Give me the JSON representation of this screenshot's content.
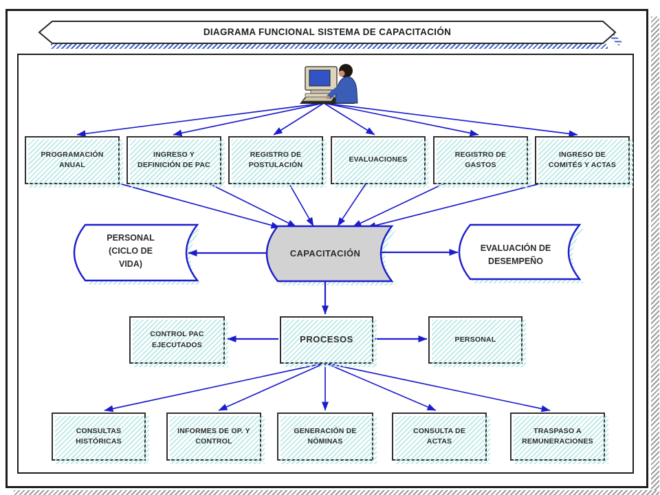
{
  "title_banner": {
    "text": "DIAGRAMA FUNCIONAL SISTEMA DE CAPACITACIÓN"
  },
  "actor": {
    "icon": "person-at-computer-icon"
  },
  "input_modules": [
    {
      "id": "programacion_anual",
      "label": "PROGRAMACIÓN\nANUAL"
    },
    {
      "id": "ingreso_definicion_pac",
      "label": "INGRESO Y\nDEFINICIÓN DE PAC"
    },
    {
      "id": "registro_postulacion",
      "label": "REGISTRO DE\nPOSTULACIÓN"
    },
    {
      "id": "evaluaciones",
      "label": "EVALUACIONES"
    },
    {
      "id": "registro_gastos",
      "label": "REGISTRO DE\nGASTOS"
    },
    {
      "id": "ingreso_comites_actas",
      "label": "INGRESO DE\nCOMITÉS Y ACTAS"
    }
  ],
  "data_stores": {
    "personal_ciclo_vida": {
      "label": "PERSONAL\n(CICLO DE\nVIDA)"
    },
    "capacitacion": {
      "label": "CAPACITACIÓN"
    },
    "evaluacion_desempeno": {
      "label": "EVALUACIÓN DE\nDESEMPEÑO"
    }
  },
  "process_row": {
    "control_pac_ejecutados": {
      "label": "CONTROL PAC\nEJECUTADOS"
    },
    "procesos": {
      "label": "PROCESOS"
    },
    "personal": {
      "label": "PERSONAL"
    }
  },
  "output_modules": [
    {
      "id": "consultas_historicas",
      "label": "CONSULTAS\nHISTÓRICAS"
    },
    {
      "id": "informes_op_control",
      "label": "INFORMES DE OP. Y\nCONTROL"
    },
    {
      "id": "generacion_nominas",
      "label": "GENERACIÓN DE\nNÓMINAS"
    },
    {
      "id": "consulta_actas",
      "label": "CONSULTA DE\nACTAS"
    },
    {
      "id": "traspaso_remuneraciones",
      "label": "TRASPASO A\nREMUNERACIONES"
    }
  ],
  "connections": [
    {
      "from": "usuario",
      "to": "programacion_anual"
    },
    {
      "from": "usuario",
      "to": "ingreso_definicion_pac"
    },
    {
      "from": "usuario",
      "to": "registro_postulacion"
    },
    {
      "from": "usuario",
      "to": "evaluaciones"
    },
    {
      "from": "usuario",
      "to": "registro_gastos"
    },
    {
      "from": "usuario",
      "to": "ingreso_comites_actas"
    },
    {
      "from": "programacion_anual",
      "to": "capacitacion"
    },
    {
      "from": "ingreso_definicion_pac",
      "to": "capacitacion"
    },
    {
      "from": "registro_postulacion",
      "to": "capacitacion"
    },
    {
      "from": "evaluaciones",
      "to": "capacitacion"
    },
    {
      "from": "registro_gastos",
      "to": "capacitacion"
    },
    {
      "from": "ingreso_comites_actas",
      "to": "capacitacion"
    },
    {
      "from": "capacitacion",
      "to": "personal_ciclo_vida"
    },
    {
      "from": "capacitacion",
      "to": "evaluacion_desempeno"
    },
    {
      "from": "capacitacion",
      "to": "procesos"
    },
    {
      "from": "procesos",
      "to": "control_pac_ejecutados"
    },
    {
      "from": "procesos",
      "to": "personal"
    },
    {
      "from": "procesos",
      "to": "consultas_historicas"
    },
    {
      "from": "procesos",
      "to": "informes_op_control"
    },
    {
      "from": "procesos",
      "to": "generacion_nominas"
    },
    {
      "from": "procesos",
      "to": "consulta_actas"
    },
    {
      "from": "procesos",
      "to": "traspaso_remuneraciones"
    }
  ],
  "colors": {
    "arrow-blue": "#1c1ccd",
    "box-border": "#2f2f2f",
    "text-dark": "#2b2b2b",
    "store-fill-gray": "#d2d2d2",
    "shadow-cyan": "#c0eae9",
    "banner-hatch-blue": "#3f63c9",
    "frame-hatch-gray": "#9c9c9c"
  }
}
